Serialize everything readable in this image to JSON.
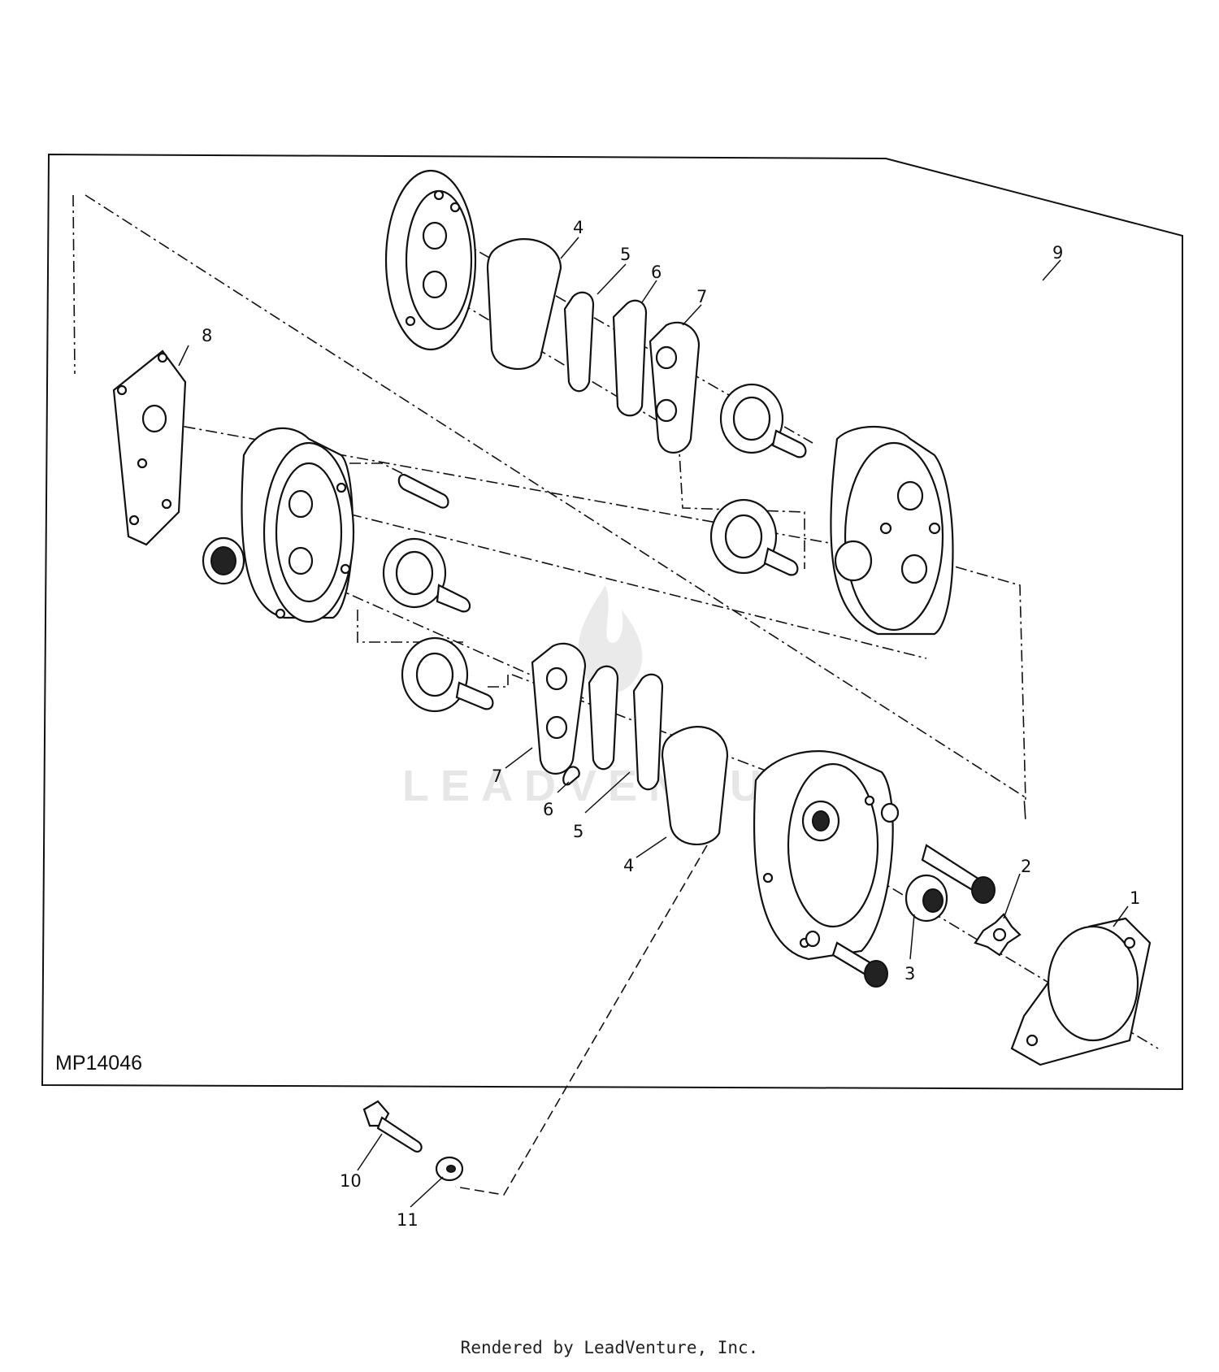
{
  "figure_id": "MP14046",
  "footer": "Rendered by LeadVenture, Inc.",
  "watermark": "LEADVENTURE",
  "callouts": [
    "1",
    "2",
    "3",
    "4",
    "4",
    "5",
    "5",
    "6",
    "6",
    "7",
    "7",
    "8",
    "9",
    "10",
    "11"
  ]
}
